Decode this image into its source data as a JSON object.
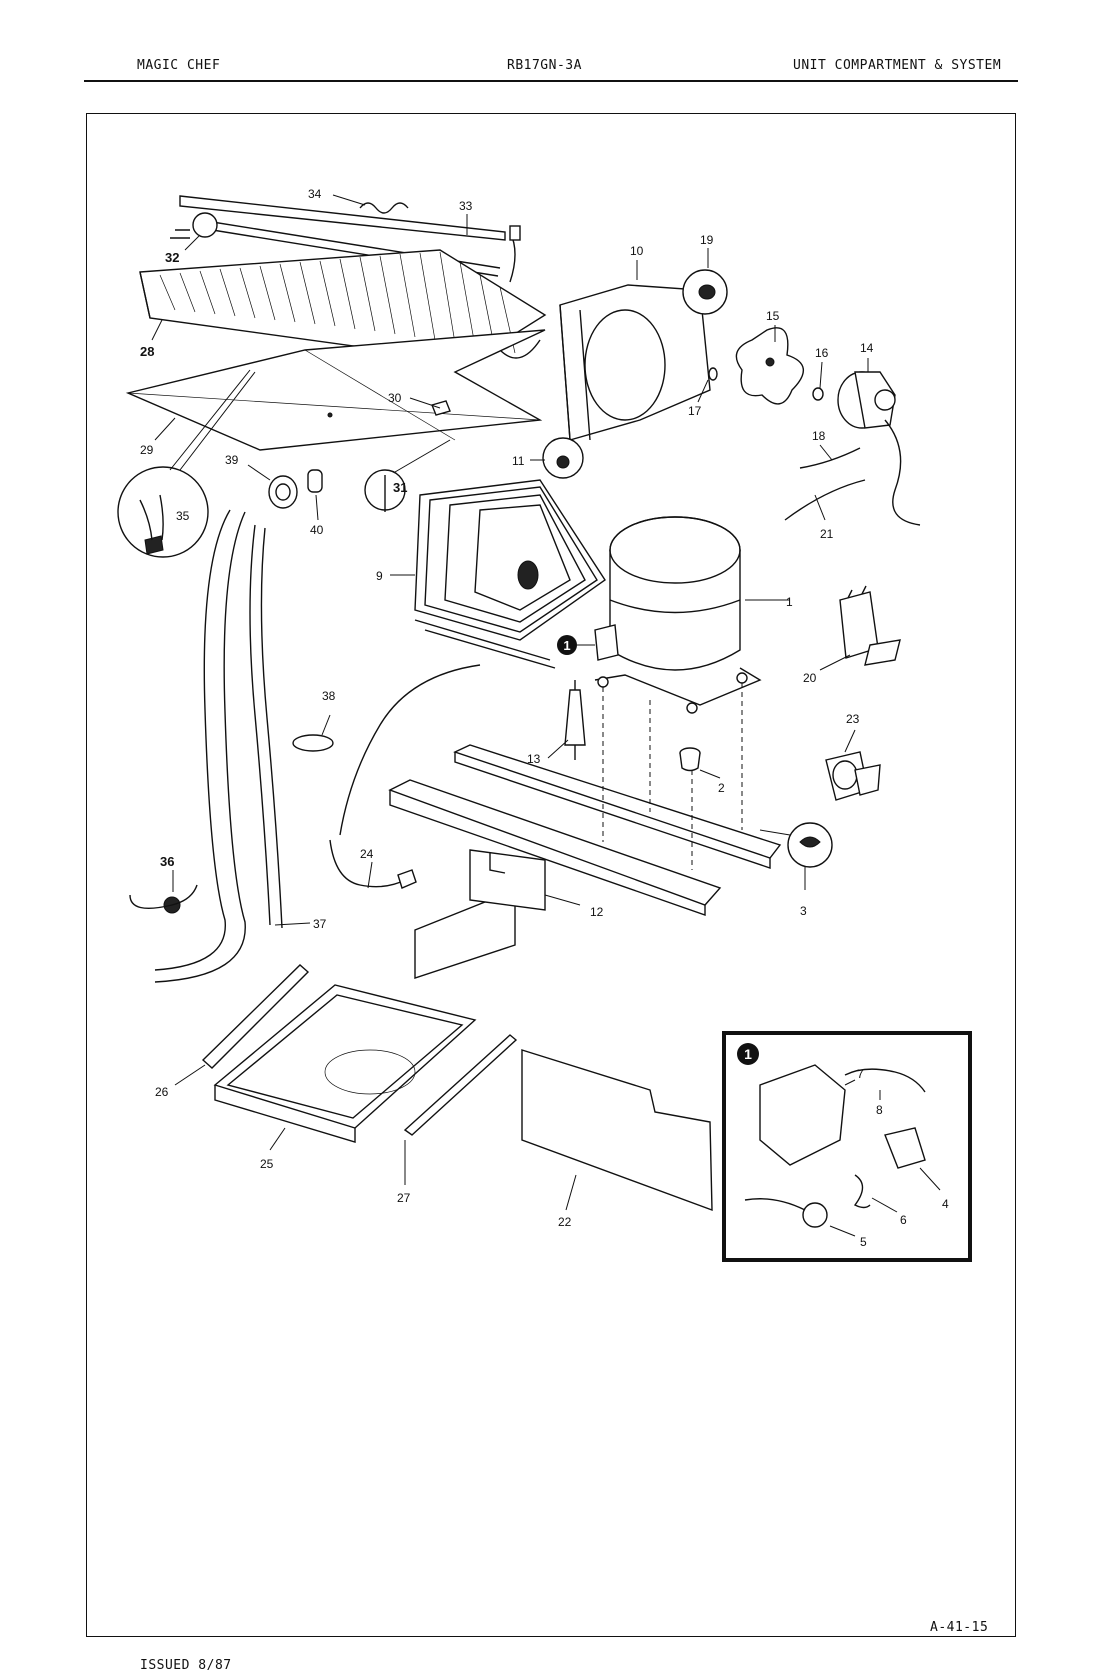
{
  "header": {
    "brand": "MAGIC CHEF",
    "model": "RB17GN-3A",
    "section": "UNIT COMPARTMENT & SYSTEM"
  },
  "footer": {
    "issued": "ISSUED 8/87",
    "page_code": "A-41-15"
  },
  "diagram": {
    "callout_marker": "1",
    "part_labels": [
      "1",
      "2",
      "3",
      "4",
      "5",
      "6",
      "7",
      "8",
      "9",
      "10",
      "11",
      "12",
      "13",
      "14",
      "15",
      "16",
      "17",
      "18",
      "19",
      "20",
      "21",
      "22",
      "23",
      "24",
      "25",
      "26",
      "27",
      "28",
      "29",
      "30",
      "31",
      "32",
      "33",
      "34",
      "35",
      "36",
      "37",
      "38",
      "39",
      "40"
    ]
  }
}
